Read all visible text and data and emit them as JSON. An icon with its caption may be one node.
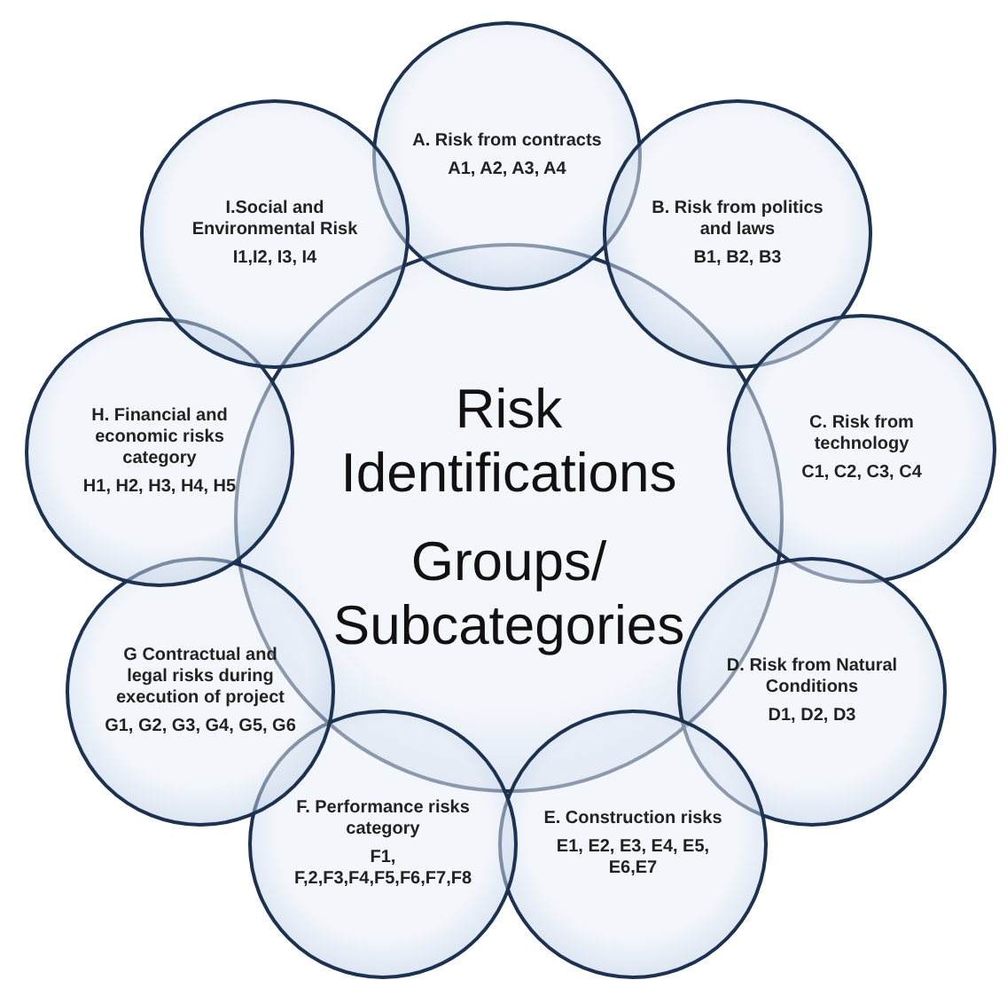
{
  "diagram": {
    "nodes": [
      {
        "text": [
          "Risk Identifications",
          "Groups/ Subcategories"
        ]
      },
      {
        "text": [
          "A. Risk from contracts",
          "A1, A2, A3, A4"
        ]
      },
      {
        "text": [
          "B. Risk from politics and laws",
          "B1, B2, B3"
        ]
      },
      {
        "text": [
          "C. Risk from technology",
          "C1, C2, C3, C4"
        ]
      },
      {
        "text": [
          "D. Risk from Natural Conditions",
          "D1, D2, D3"
        ]
      },
      {
        "text": [
          "E. Construction risks",
          "E1, E2, E3, E4, E5, E6,E7"
        ]
      },
      {
        "text": [
          "F. Performance risks category",
          "F1, F,2,F3,F4,F5,F6,F7,F8"
        ]
      },
      {
        "text": [
          "G Contractual and legal risks during execution of project",
          "G1, G2, G3, G4, G5, G6"
        ]
      },
      {
        "text": [
          "H. Financial and economic risks category",
          "H1, H2, H3, H4, H5"
        ]
      },
      {
        "text": [
          "I.Social and Environmental Risk",
          "I1,I2, I3, I4"
        ]
      }
    ],
    "edges": []
  }
}
